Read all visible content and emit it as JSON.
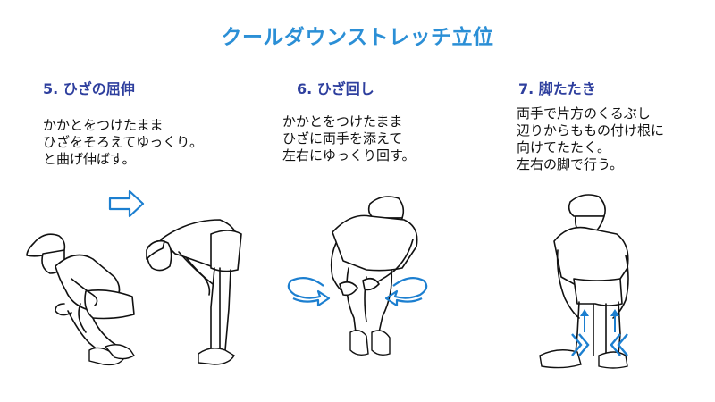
{
  "page": {
    "title": "クールダウンストレッチ立位"
  },
  "sections": [
    {
      "heading": "5. ひざの屈伸",
      "lines": [
        "かかとをつけたまま",
        "ひざをそろえてゆっくり。",
        "と曲げ伸ばす。"
      ]
    },
    {
      "heading": "6. ひざ回し",
      "lines": [
        "かかとをつけたまま",
        "ひざに両手を添えて",
        "左右にゆっくり回す。"
      ]
    },
    {
      "heading": "7. 脚たたき",
      "lines": [
        "両手で片方のくるぶし",
        "辺りからももの付け根に",
        "向けてたたく。",
        "左右の脚で行う。"
      ]
    }
  ],
  "colors": {
    "title": "#2b8fd6",
    "heading": "#2e3f9e",
    "arrow": "#1c7fd0"
  },
  "icons": [
    "right-arrow-icon",
    "rotate-left-arrow-icon",
    "rotate-right-arrow-icon",
    "up-arrow-icon",
    "chevron-right-icon",
    "chevron-left-icon"
  ]
}
